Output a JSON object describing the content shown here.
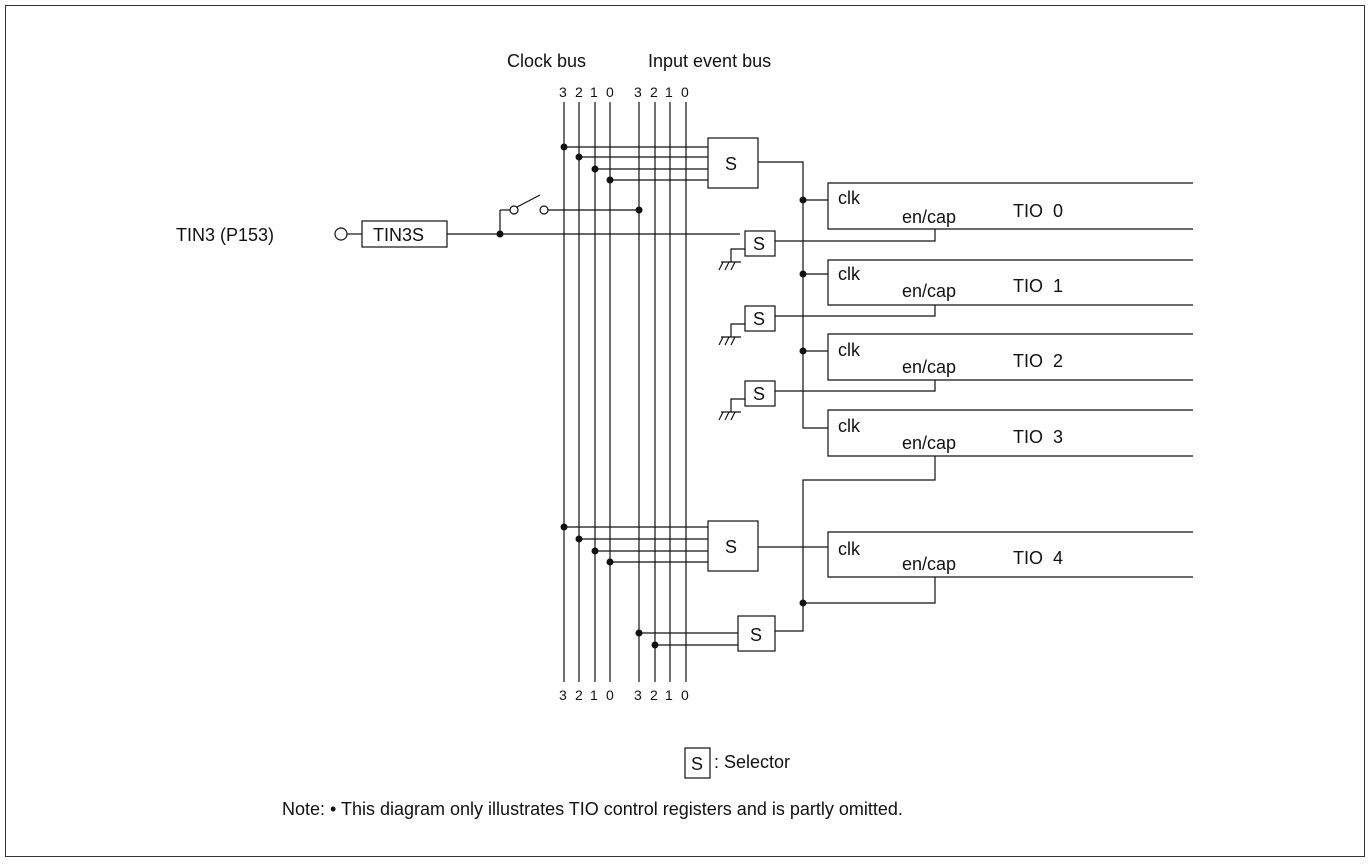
{
  "header": {
    "clock_bus": "Clock bus",
    "input_event_bus": "Input event bus",
    "bus_bits": [
      "3",
      "2",
      "1",
      "0"
    ]
  },
  "input": {
    "pin_label": "TIN3 (P153)",
    "block_label": "TIN3S"
  },
  "selector_label": "S",
  "tio_blocks": [
    {
      "name": "TIO  0",
      "clk": "clk",
      "en": "en/cap"
    },
    {
      "name": "TIO  1",
      "clk": "clk",
      "en": "en/cap"
    },
    {
      "name": "TIO  2",
      "clk": "clk",
      "en": "en/cap"
    },
    {
      "name": "TIO  3",
      "clk": "clk",
      "en": "en/cap"
    },
    {
      "name": "TIO  4",
      "clk": "clk",
      "en": "en/cap"
    }
  ],
  "legend": {
    "symbol": "S",
    "text": ": Selector"
  },
  "note": "Note: • This diagram only illustrates TIO control registers and is partly omitted."
}
